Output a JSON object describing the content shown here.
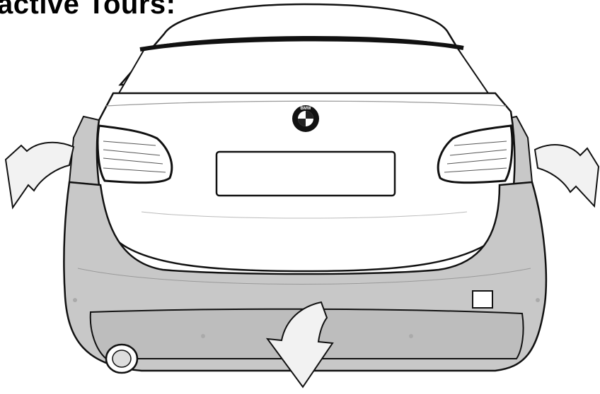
{
  "heading": {
    "text": "active Tours:"
  },
  "badge": {
    "letters": "BMW"
  },
  "colors": {
    "line": "#111111",
    "shade": "#c8c8c8",
    "shade_dark": "#bdbdbd",
    "arrow_fill": "#f2f2f2",
    "body": "#ffffff"
  },
  "arrows": [
    {
      "name": "left-removal-arrow",
      "direction": "left"
    },
    {
      "name": "right-removal-arrow",
      "direction": "right"
    },
    {
      "name": "bottom-removal-arrow",
      "direction": "down"
    }
  ]
}
